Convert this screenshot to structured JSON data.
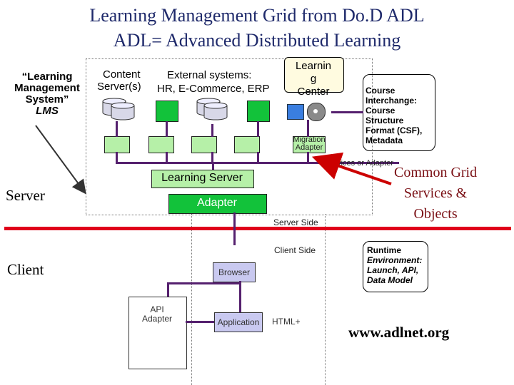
{
  "title": {
    "line1": "Learning Management Grid from Do.D ADL",
    "line2": "ADL= Advanced Distributed Learning"
  },
  "lms_label": {
    "line1": "“Learning",
    "line2": "Management",
    "line3": "System”",
    "line4": "LMS"
  },
  "content_server": {
    "line1": "Content",
    "line2": "Server(s)"
  },
  "external_systems": {
    "line1": "External systems:",
    "line2": "HR, E-Commerce, ERP"
  },
  "learning_center": {
    "line1": "Learnin",
    "line2": "g",
    "line3": "Center"
  },
  "migration_adapter": {
    "line1": "Migration",
    "line2": "Adapter"
  },
  "course_interchange": {
    "lines": [
      "Course",
      "Interchange:",
      "Course",
      "Structure",
      "Format (CSF),",
      "Metadata"
    ]
  },
  "services_adapter": "Services or Adapter",
  "common_grid": {
    "line1": "Common Grid",
    "line2": "Services &",
    "line3": "Objects"
  },
  "server_label": "Server",
  "learning_server": "Learning Server",
  "adapter": "Adapter",
  "server_side": "Server Side",
  "client_side": "Client Side",
  "client_label": "Client",
  "browser": "Browser",
  "api_adapter": {
    "line1": "API",
    "line2": "Adapter"
  },
  "application": "Application",
  "html_plus": "HTML+",
  "runtime_env": {
    "line1": "Runtime",
    "line2": "Environment:",
    "line3": "Launch, API,",
    "line4": "Data Model"
  },
  "url": "www.adlnet.org",
  "colors": {
    "purple": "#55206e",
    "red_divider": "#e0001a",
    "arrow_red": "#cc0000",
    "light_green": "#b6f0a8",
    "green": "#12c23a"
  }
}
